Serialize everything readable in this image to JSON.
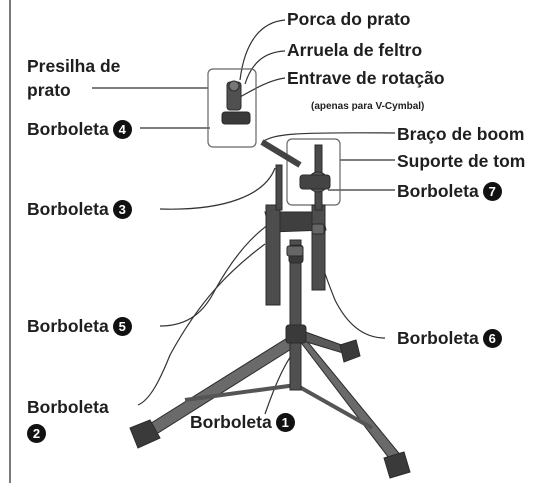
{
  "labels": {
    "porca": "Porca do prato",
    "arruela": "Arruela de feltro",
    "entrave": "Entrave de rotação",
    "entrave_note": "(apenas para V-Cymbal)",
    "presilha_l1": "Presilha de",
    "presilha_l2": "prato",
    "braco": "Braço de boom",
    "suporte": "Suporte de tom",
    "borboleta": "Borboleta"
  },
  "numbers": [
    "1",
    "2",
    "3",
    "4",
    "5",
    "6",
    "7"
  ],
  "colors": {
    "text": "#1f1f1f",
    "badge": "#111111",
    "metal": "#555555"
  }
}
